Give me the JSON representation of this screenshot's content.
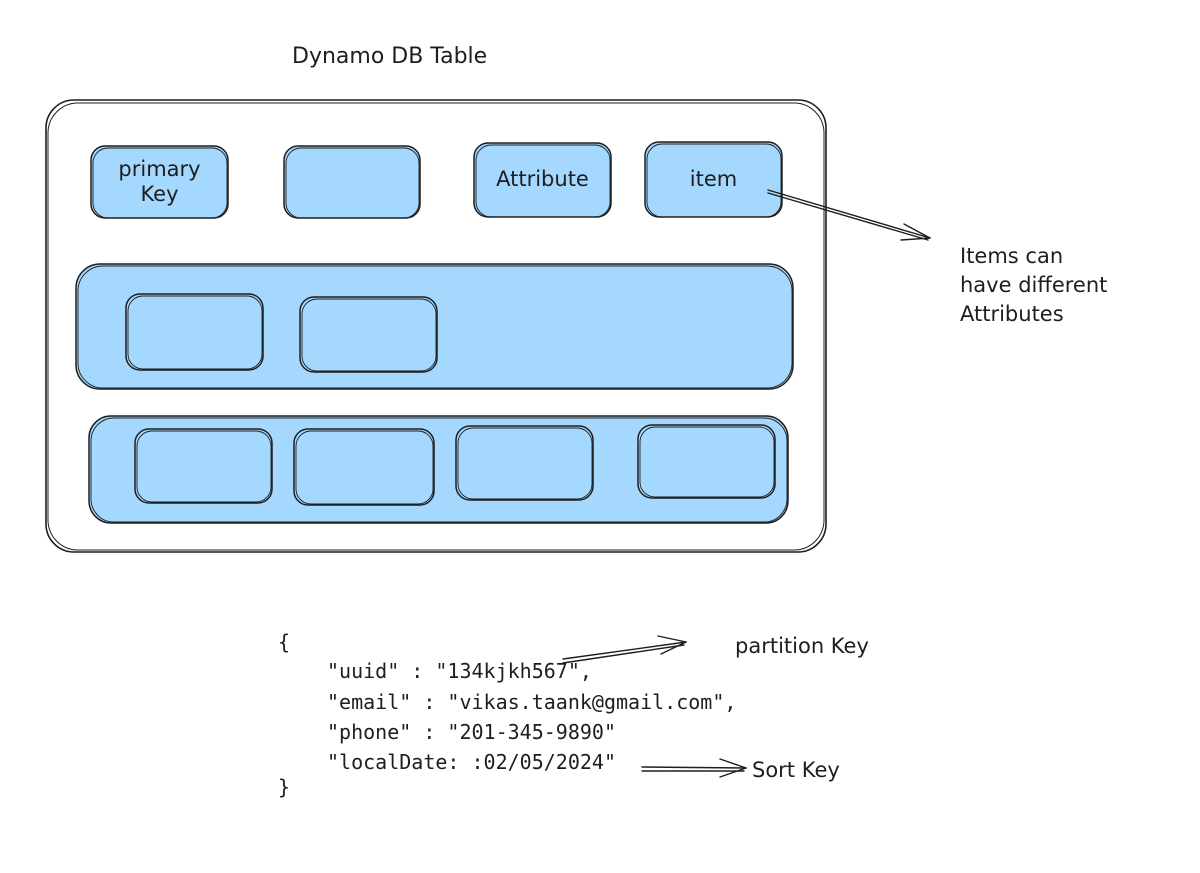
{
  "title": "Dynamo DB Table",
  "header_cells": {
    "primary_key": "primary\nKey",
    "attribute": "Attribute",
    "item": "item"
  },
  "note": "Items can\nhave different\nAttributes",
  "json_example": {
    "open_brace": "{",
    "lines": [
      "\"uuid\" : \"134kjkh567\",",
      "\"email\" : \"vikas.taank@gmail.com\",",
      "\"phone\" : \"201-345-9890\"",
      "\"localDate: :02/05/2024\""
    ],
    "close_brace": "}"
  },
  "annotations": {
    "partition_key": "partition Key",
    "sort_key": "Sort Key"
  },
  "colors": {
    "fill": "#a5d8ff",
    "stroke": "#1e1e1e",
    "background": "#ffffff"
  }
}
